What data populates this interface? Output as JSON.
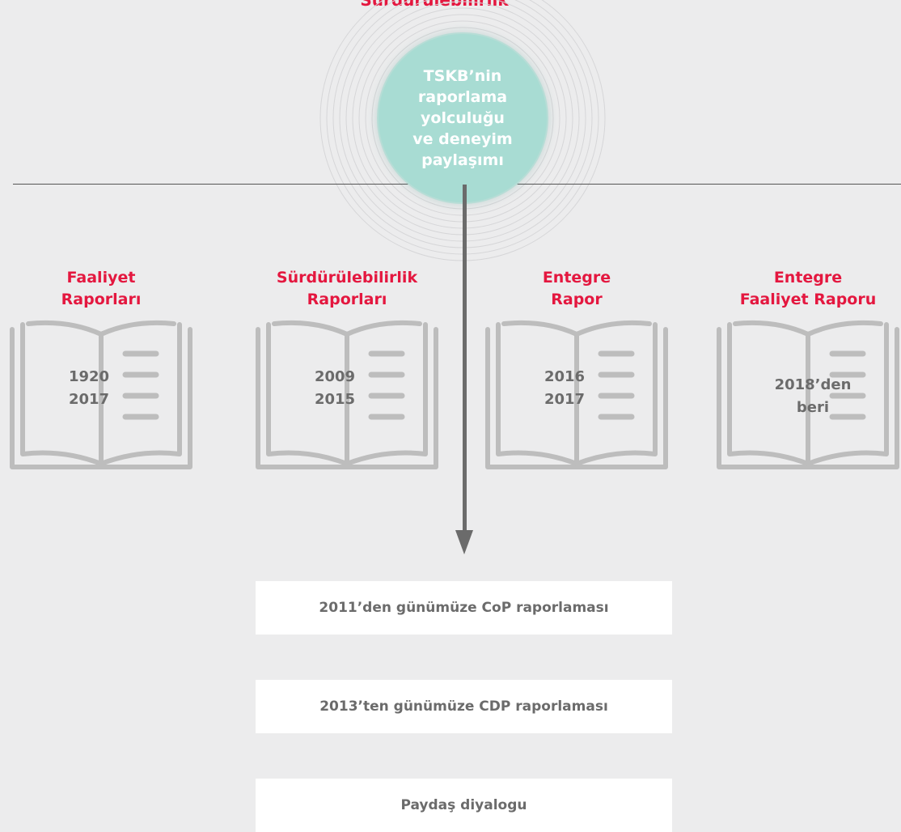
{
  "top_cut_label": "Sürdürülebilirlik",
  "center": {
    "text_lines": [
      "TSKB’nin",
      "raporlama",
      "yolculuğu",
      "ve deneyim",
      "paylaşımı"
    ]
  },
  "books": [
    {
      "title": [
        "Faaliyet",
        "Raporları"
      ],
      "years": [
        "1920",
        "2017"
      ]
    },
    {
      "title": [
        "Sürdürülebilirlik",
        "Raporları"
      ],
      "years": [
        "2009",
        "2015"
      ]
    },
    {
      "title": [
        "Entegre",
        "Rapor"
      ],
      "years": [
        "2016",
        "2017"
      ]
    },
    {
      "title": [
        "Entegre",
        "Faaliyet Raporu"
      ],
      "years": [
        "2018’den",
        "beri"
      ]
    }
  ],
  "items": [
    "2011’den günümüze CoP raporlaması",
    "2013’ten günümüze CDP raporlaması",
    "Paydaş diyalogu"
  ],
  "colors": {
    "background": "#ececed",
    "accent_red": "#e4173f",
    "teal": "#a8dcd3",
    "book_gray": "#bdbdbd",
    "text_gray": "#6b6b6b"
  }
}
